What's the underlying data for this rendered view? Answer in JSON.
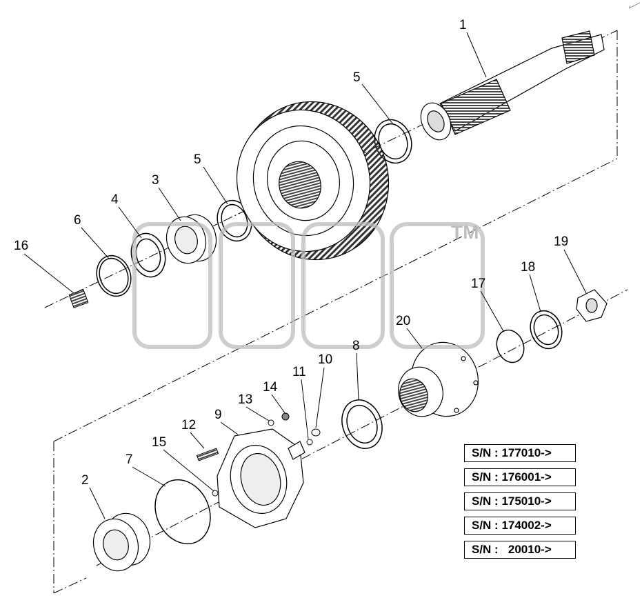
{
  "callouts": [
    "1",
    "2",
    "3",
    "4",
    "5",
    "5",
    "6",
    "7",
    "8",
    "9",
    "10",
    "11",
    "12",
    "13",
    "14",
    "15",
    "16",
    "17",
    "18",
    "19",
    "20"
  ],
  "watermark": {
    "trademark": "TM"
  },
  "serial_numbers": [
    "S/N : 177010->",
    "S/N : 176001->",
    "S/N : 175010->",
    "S/N : 174002->",
    "S/N :   20010->"
  ]
}
